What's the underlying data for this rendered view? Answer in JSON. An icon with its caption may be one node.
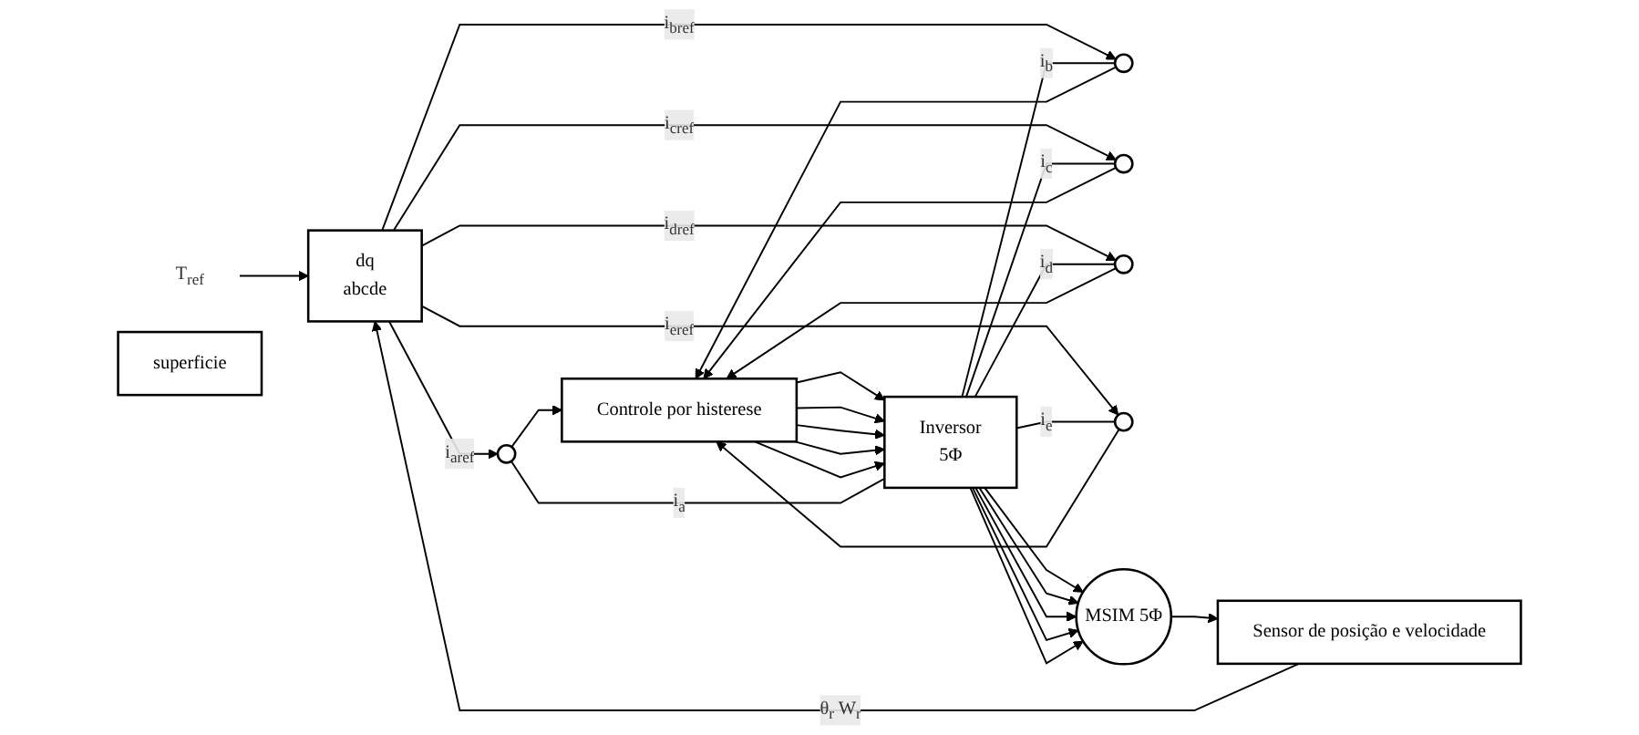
{
  "diagram": {
    "nodes": [
      {
        "text": [
          "T$_{ref}$"
        ]
      },
      {
        "text": [
          "dq",
          "abcde"
        ]
      },
      {
        "text": [],
        "shape": "circle"
      },
      {
        "text": [],
        "shape": "circle"
      },
      {
        "text": [],
        "shape": "circle"
      },
      {
        "text": [],
        "shape": "circle"
      },
      {
        "text": [],
        "shape": "circle"
      },
      {
        "text": [
          "Controle por histerese"
        ]
      },
      {
        "text": [
          "Inversor",
          "5Φ"
        ]
      },
      {
        "text": [
          "MSIM 5Φ"
        ]
      },
      {
        "text": [
          "superficie"
        ]
      },
      {
        "text": [
          "Sensor de posição e velocidade"
        ]
      }
    ],
    "edges": [
      {
        "from": 0,
        "to": 1,
        "arrow": "to"
      },
      {
        "from": 1,
        "to": 2,
        "arrow": "to",
        "label": "i$_{aref}$"
      },
      {
        "from": 1,
        "to": 3,
        "arrow": "to",
        "label": "i$_{bref}$"
      },
      {
        "from": 1,
        "to": 4,
        "arrow": "to",
        "label": "i$_{cref}$"
      },
      {
        "from": 1,
        "to": 5,
        "arrow": "to",
        "label": "i$_{dref}$"
      },
      {
        "from": 1,
        "to": 6,
        "arrow": "to",
        "label": "i$_{eref}$"
      },
      {
        "from": 2,
        "to": 7,
        "arrow": "to"
      },
      {
        "from": 3,
        "to": 7,
        "arrow": "to"
      },
      {
        "from": 4,
        "to": 7,
        "arrow": "to"
      },
      {
        "from": 5,
        "to": 7,
        "arrow": "to"
      },
      {
        "from": 6,
        "to": 7,
        "arrow": "to"
      },
      {
        "from": 7,
        "to": 8,
        "arrow": "to"
      },
      {
        "from": 7,
        "to": 8,
        "arrow": "to"
      },
      {
        "from": 7,
        "to": 8,
        "arrow": "to"
      },
      {
        "from": 7,
        "to": 8,
        "arrow": "to"
      },
      {
        "from": 7,
        "to": 8,
        "arrow": "to"
      },
      {
        "from": 8,
        "to": 9,
        "arrow": "to"
      },
      {
        "from": 8,
        "to": 9,
        "arrow": "to"
      },
      {
        "from": 8,
        "to": 9,
        "arrow": "to"
      },
      {
        "from": 8,
        "to": 9,
        "arrow": "to"
      },
      {
        "from": 8,
        "to": 9,
        "arrow": "to"
      },
      {
        "from": 8,
        "to": 6,
        "arrow": "none",
        "label": "i$_{e}$"
      },
      {
        "from": 8,
        "to": 5,
        "arrow": "none",
        "label": "i$_{d}$"
      },
      {
        "from": 8,
        "to": 4,
        "arrow": "none",
        "label": "i$_{c}$"
      },
      {
        "from": 8,
        "to": 3,
        "arrow": "none",
        "label": "i$_{b}$"
      },
      {
        "from": 8,
        "to": 2,
        "arrow": "none",
        "label": "i$_{a}$"
      },
      {
        "from": 9,
        "to": 11,
        "arrow": "to"
      },
      {
        "from": 11,
        "to": 1,
        "arrow": "to",
        "label": "θ$_{r}$ W$_{r}$"
      }
    ]
  }
}
